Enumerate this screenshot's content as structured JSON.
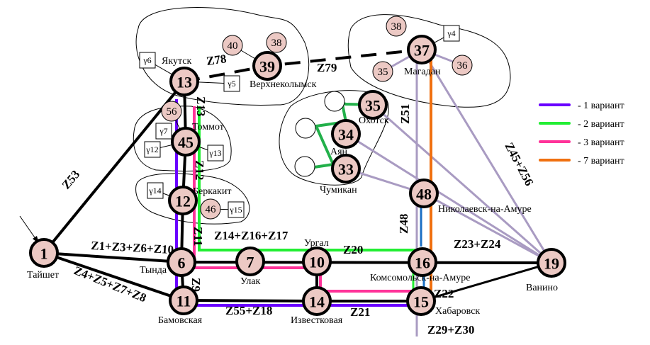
{
  "nodes": [
    {
      "id": "1",
      "city": "Тайшет"
    },
    {
      "id": "13",
      "city": "Якутск"
    },
    {
      "id": "45",
      "city": "Томмот"
    },
    {
      "id": "12",
      "city": "Беркакит"
    },
    {
      "id": "6",
      "city": "Тында"
    },
    {
      "id": "7",
      "city": "Улак"
    },
    {
      "id": "10",
      "city": "Ургал"
    },
    {
      "id": "11",
      "city": "Бамовская"
    },
    {
      "id": "14",
      "city": "Известковая"
    },
    {
      "id": "16",
      "city": "Комсомольск-на-Амуре"
    },
    {
      "id": "15",
      "city": "Хабаровск"
    },
    {
      "id": "19",
      "city": "Ванино"
    },
    {
      "id": "48",
      "city": "Николаевск-на-Амуре"
    },
    {
      "id": "37",
      "city": "Магадан"
    },
    {
      "id": "39",
      "city": "Верхнеколымск"
    },
    {
      "id": "35",
      "city": "Охотск"
    },
    {
      "id": "34",
      "city": "Аян"
    },
    {
      "id": "33",
      "city": "Чумикан"
    }
  ],
  "small_nodes": [
    "40",
    "38",
    "38",
    "35",
    "36",
    "56",
    "46"
  ],
  "gammas": [
    "γ6",
    "γ5",
    "γ4",
    "γ7",
    "γ12",
    "γ13",
    "γ14",
    "γ15"
  ],
  "edge_labels": {
    "z53": "Z53",
    "z1": "Z1+Z3+Z6+Z10",
    "z4": "Z4+Z5+Z7+Z8",
    "z78": "Z78",
    "z79": "Z79",
    "z13": "Z13",
    "z12": "Z12",
    "z11": "Z11",
    "z9": "Z9",
    "z14": "Z14+Z16+Z17",
    "z20": "Z20",
    "z55": "Z55+Z18",
    "z21": "Z21",
    "z22": "Z22",
    "z48": "Z48",
    "z51": "Z51",
    "z23": "Z23+Z24",
    "z29": "Z29+Z30",
    "z45": "Z45+Z56"
  },
  "legend": [
    {
      "label": "- 1 вариант",
      "color": "#6a00ff"
    },
    {
      "label": "- 2 вариант",
      "color": "#22ee33"
    },
    {
      "label": "- 3 вариант",
      "color": "#ff3399"
    },
    {
      "label": "- 7 вариант",
      "color": "#f07010"
    }
  ],
  "colors": {
    "node_fill": "#ecc9c4",
    "lavender": "#a99bc2",
    "blue": "#1a6fc4",
    "green_dark": "#22b04a"
  }
}
